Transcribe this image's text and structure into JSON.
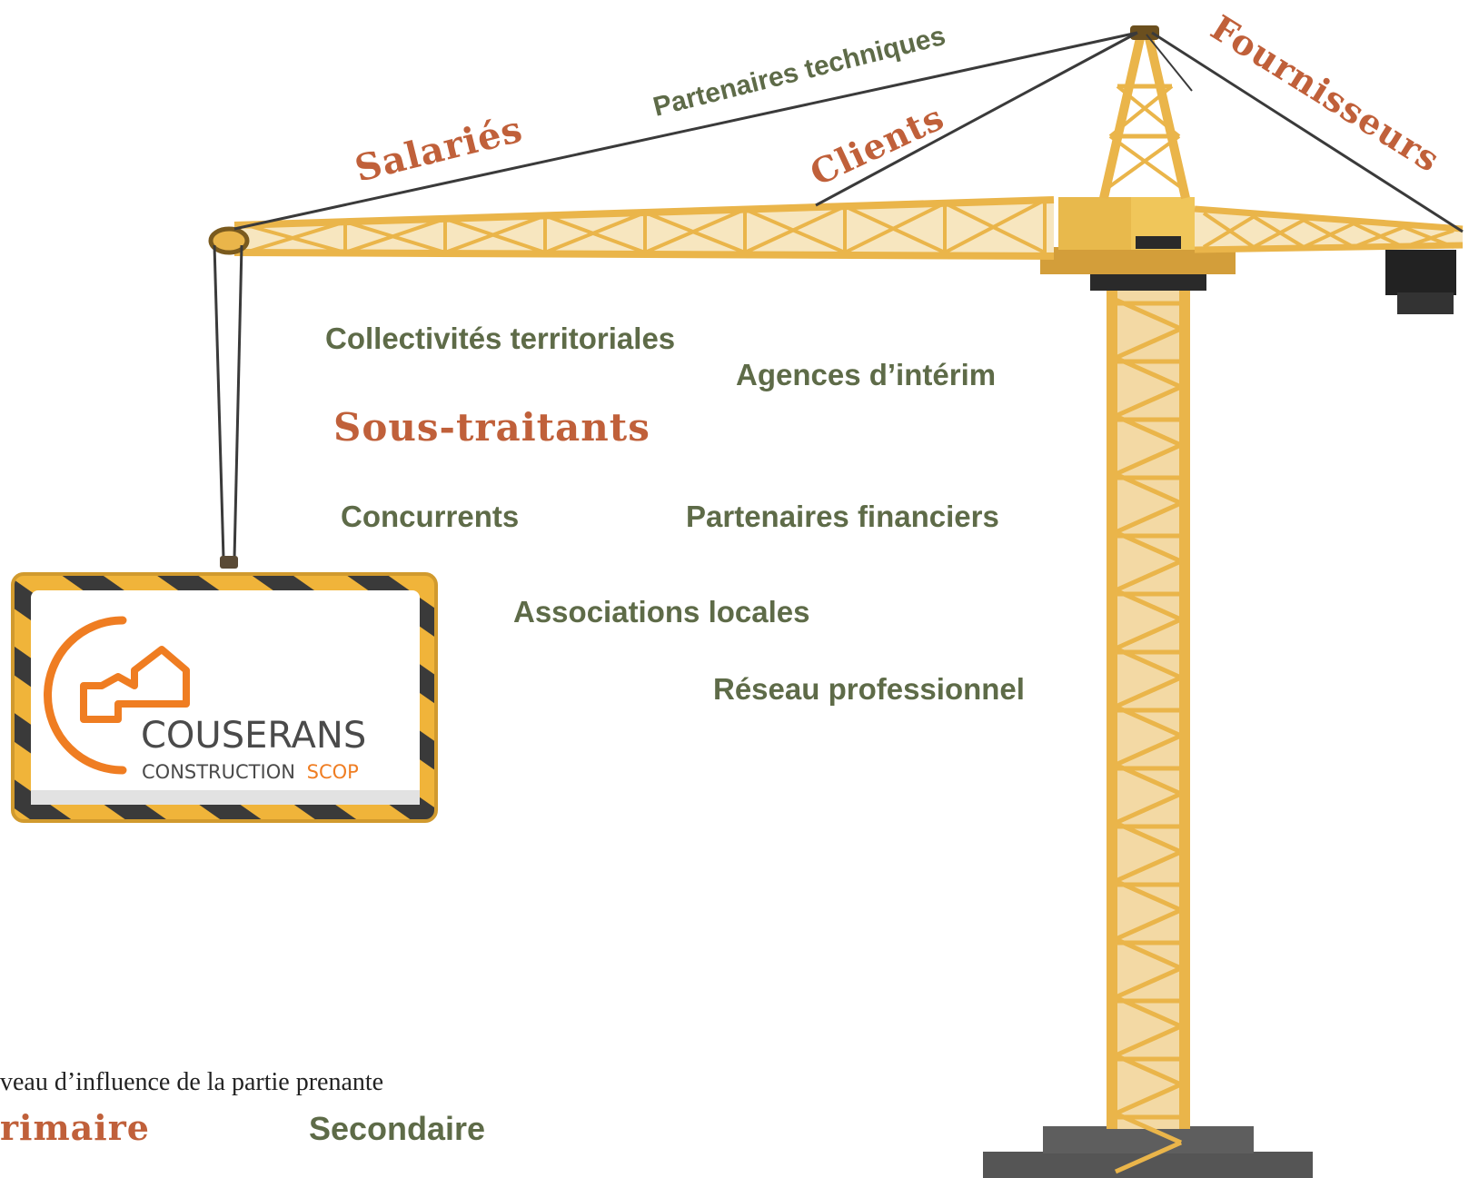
{
  "primary_color": "#c0603a",
  "secondary_color": "#5e6b48",
  "crane_color": "#eab54a",
  "logo_accent_color": "#ef7d22",
  "stakeholders": {
    "primary": {
      "salaries": "Salariés",
      "clients": "Clients",
      "fournisseurs": "Fournisseurs",
      "sous_traitants": "Sous-traitants"
    },
    "secondary": {
      "partenaires_techniques": "Partenaires techniques",
      "collectivites": "Collectivités territoriales",
      "agences_interim": "Agences d’intérim",
      "concurrents": "Concurrents",
      "partenaires_financiers": "Partenaires financiers",
      "associations": "Associations locales",
      "reseau": "Réseau professionnel"
    }
  },
  "logo": {
    "name": "COUSERANS",
    "subtitle": "CONSTRUCTION",
    "suffix": "SCOP"
  },
  "legend": {
    "title": "veau d’influence de la partie prenante",
    "primary_label": "rimaire",
    "secondary_label": "Secondaire"
  }
}
